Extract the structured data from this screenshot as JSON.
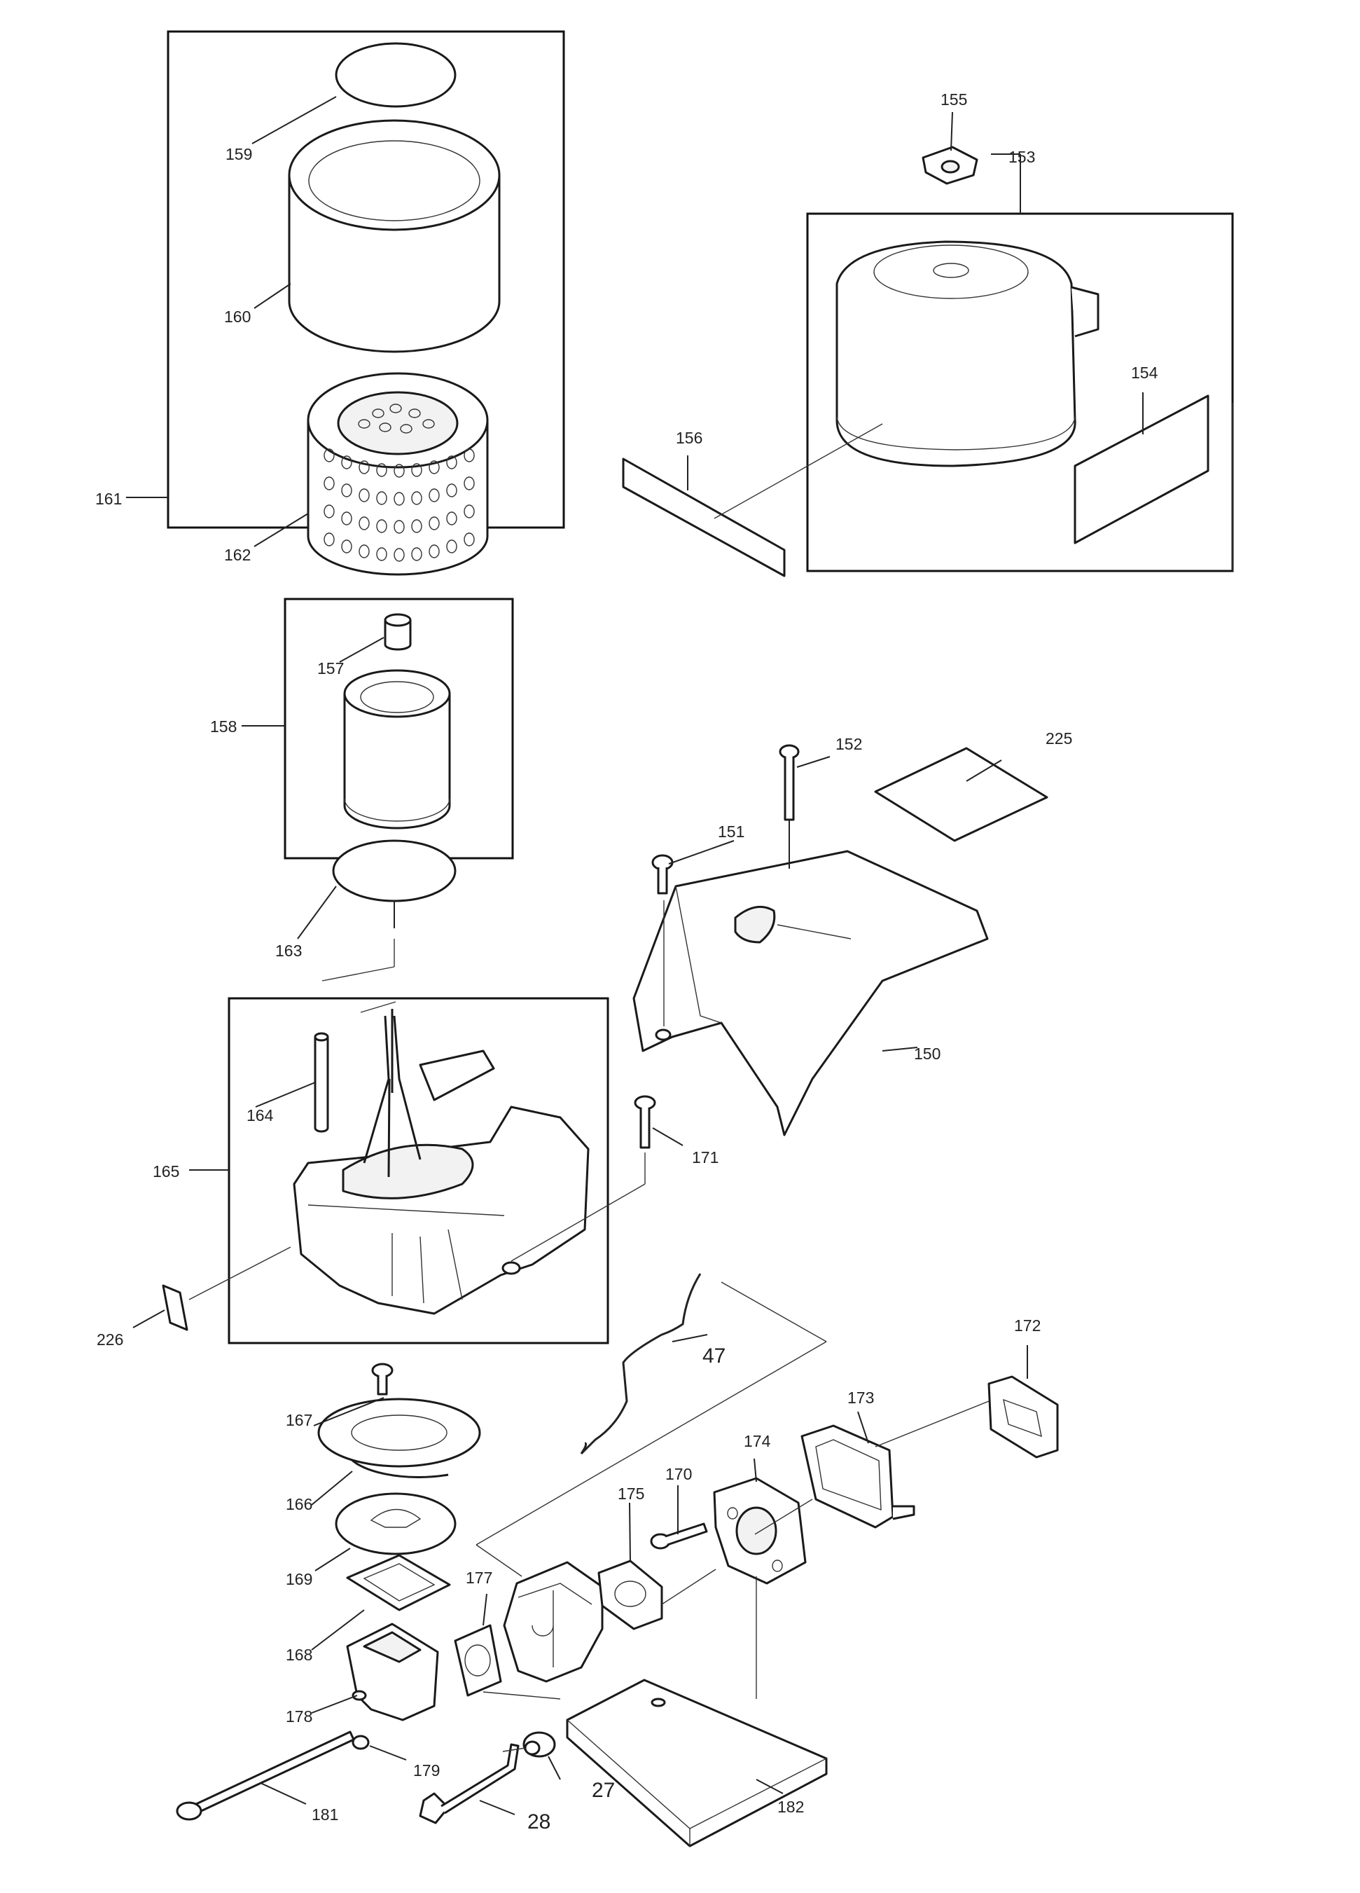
{
  "diagram": {
    "parts": [
      {
        "id": "p150",
        "label": "150"
      },
      {
        "id": "p151",
        "label": "151"
      },
      {
        "id": "p152",
        "label": "152"
      },
      {
        "id": "p153",
        "label": "153"
      },
      {
        "id": "p154",
        "label": "154"
      },
      {
        "id": "p155",
        "label": "155"
      },
      {
        "id": "p156",
        "label": "156"
      },
      {
        "id": "p157",
        "label": "157"
      },
      {
        "id": "p158",
        "label": "158"
      },
      {
        "id": "p159",
        "label": "159"
      },
      {
        "id": "p160",
        "label": "160"
      },
      {
        "id": "p161",
        "label": "161"
      },
      {
        "id": "p162",
        "label": "162"
      },
      {
        "id": "p163",
        "label": "163"
      },
      {
        "id": "p164",
        "label": "164"
      },
      {
        "id": "p165",
        "label": "165"
      },
      {
        "id": "p166",
        "label": "166"
      },
      {
        "id": "p167",
        "label": "167"
      },
      {
        "id": "p168",
        "label": "168"
      },
      {
        "id": "p169",
        "label": "169"
      },
      {
        "id": "p170",
        "label": "170"
      },
      {
        "id": "p171",
        "label": "171"
      },
      {
        "id": "p172",
        "label": "172"
      },
      {
        "id": "p173",
        "label": "173"
      },
      {
        "id": "p174",
        "label": "174"
      },
      {
        "id": "p175",
        "label": "175"
      },
      {
        "id": "p177",
        "label": "177"
      },
      {
        "id": "p178",
        "label": "178"
      },
      {
        "id": "p179",
        "label": "179"
      },
      {
        "id": "p181",
        "label": "181"
      },
      {
        "id": "p182",
        "label": "182"
      },
      {
        "id": "p225",
        "label": "225"
      },
      {
        "id": "p226",
        "label": "226"
      },
      {
        "id": "p27",
        "label": "27"
      },
      {
        "id": "p28",
        "label": "28"
      },
      {
        "id": "p47",
        "label": "47"
      }
    ]
  }
}
